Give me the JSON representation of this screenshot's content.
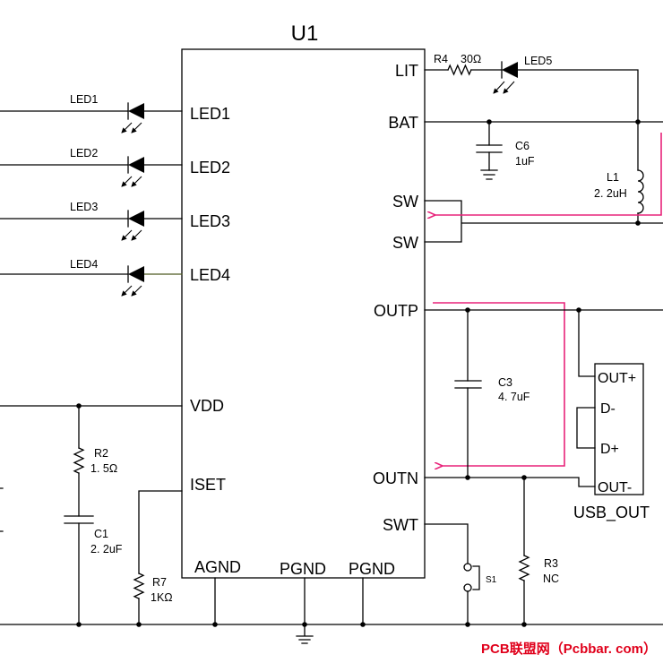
{
  "chip": {
    "ref": "U1",
    "left_pins": [
      "LED1",
      "LED2",
      "LED3",
      "LED4",
      "VDD",
      "ISET"
    ],
    "bottom_pins": [
      "AGND",
      "PGND",
      "PGND"
    ],
    "right_pins": [
      "LIT",
      "BAT",
      "SW",
      "SW",
      "OUTP",
      "OUTN",
      "SWT"
    ]
  },
  "leds": [
    "LED1",
    "LED2",
    "LED3",
    "LED4",
    "LED5"
  ],
  "r4": {
    "ref": "R4",
    "value": "30Ω"
  },
  "c6": {
    "ref": "C6",
    "value": "1uF"
  },
  "l1": {
    "ref": "L1",
    "value": "2. 2uH"
  },
  "c3": {
    "ref": "C3",
    "value": "4. 7uF"
  },
  "usb": {
    "pins": [
      "OUT+",
      "D-",
      "D+",
      "OUT-"
    ],
    "label": "USB_OUT"
  },
  "r3": {
    "ref": "R3",
    "value": "NC"
  },
  "s1": {
    "ref": "S1"
  },
  "r2": {
    "ref": "R2",
    "value": "1. 5Ω"
  },
  "c1": {
    "ref": "C1",
    "value": "2. 2uF"
  },
  "r7": {
    "ref": "R7",
    "value": "1KΩ"
  },
  "watermark": "PCB联盟网（Pcbbar. com）",
  "colors": {
    "wire": "#000000",
    "current_path": "#e8237a",
    "watermark": "#e0001b"
  }
}
